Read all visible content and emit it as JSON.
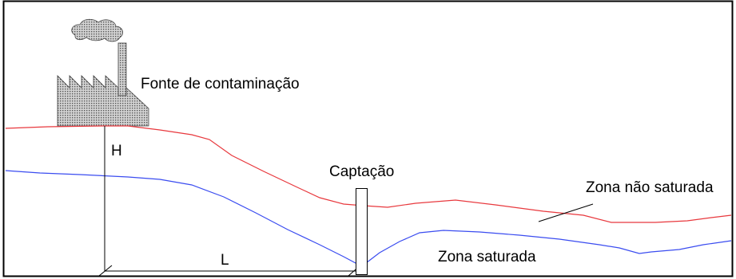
{
  "labels": {
    "source": "Fonte de contaminação",
    "h": "H",
    "well": "Captação",
    "unsaturated": "Zona não saturada",
    "l": "L",
    "saturated": "Zona saturada"
  },
  "colors": {
    "frame": "#000000",
    "ground_surface": "#e8383d",
    "water_table": "#3a4cf0",
    "factory_fill": "#a9a9a9",
    "lines": "#000000"
  },
  "icons": {
    "factory": "factory-with-smoke-icon"
  }
}
